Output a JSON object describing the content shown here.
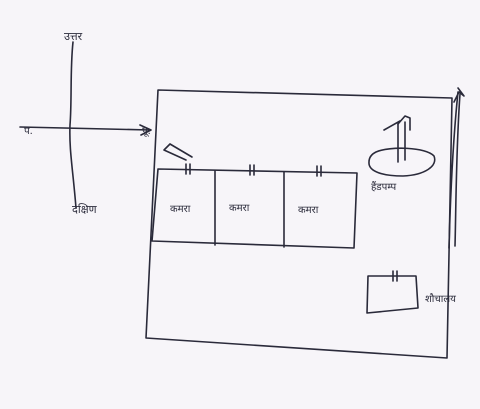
{
  "compass": {
    "north": "उत्तर",
    "south": "दक्षिण",
    "west": "प.",
    "east": "पू."
  },
  "rooms": [
    {
      "label": "कमरा"
    },
    {
      "label": "कमरा"
    },
    {
      "label": "कमरा"
    }
  ],
  "handpump": {
    "label": "हैंडपम्प"
  },
  "toilet": {
    "label": "शौचालय"
  },
  "colors": {
    "ink": "#2a2a3a",
    "paper": "#f7f5f9"
  }
}
